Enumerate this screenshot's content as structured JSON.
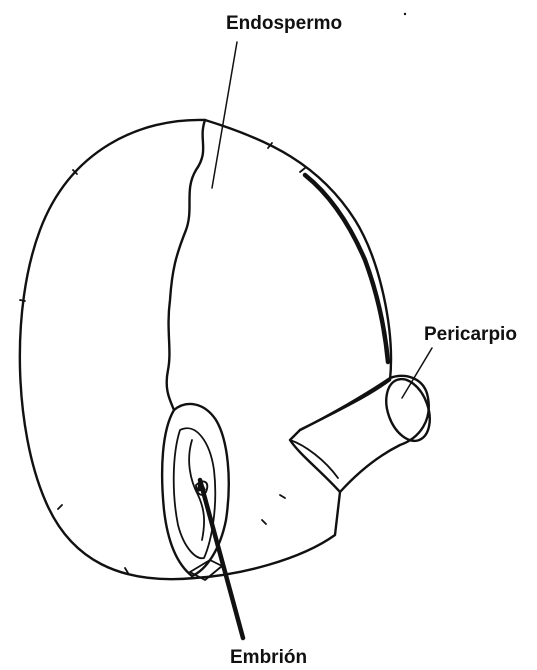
{
  "labels": {
    "endosperm": "Endospermo",
    "pericarp": "Pericarpio",
    "embryo": "Embrión"
  },
  "colors": {
    "ink": "#111111",
    "background": "#ffffff"
  }
}
